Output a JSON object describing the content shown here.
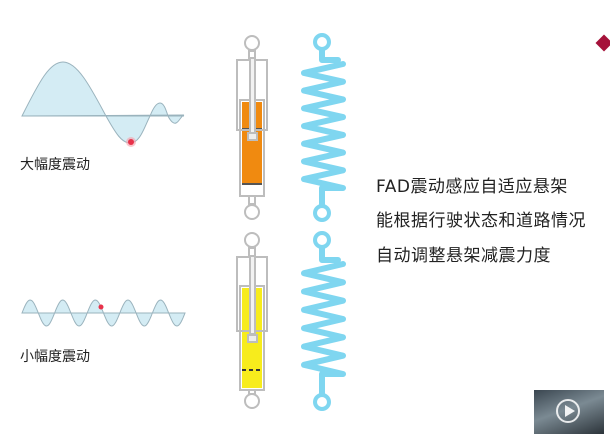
{
  "labels": {
    "large_amplitude": "大幅度震动",
    "small_amplitude": "小幅度震动"
  },
  "description": {
    "line1": "FAD震动感应自适应悬架",
    "line2": "能根据行驶状态和道路情况",
    "line3": "自动调整悬架减震力度"
  },
  "colors": {
    "wave_fill": "#d4ecf4",
    "wave_line": "#9ab3bd",
    "marker": "#e8324a",
    "shock_fluid_large": "#f08a10",
    "shock_fluid_small": "#f7ec1c",
    "spring": "#7fd6f0",
    "accent": "#a5123a"
  }
}
